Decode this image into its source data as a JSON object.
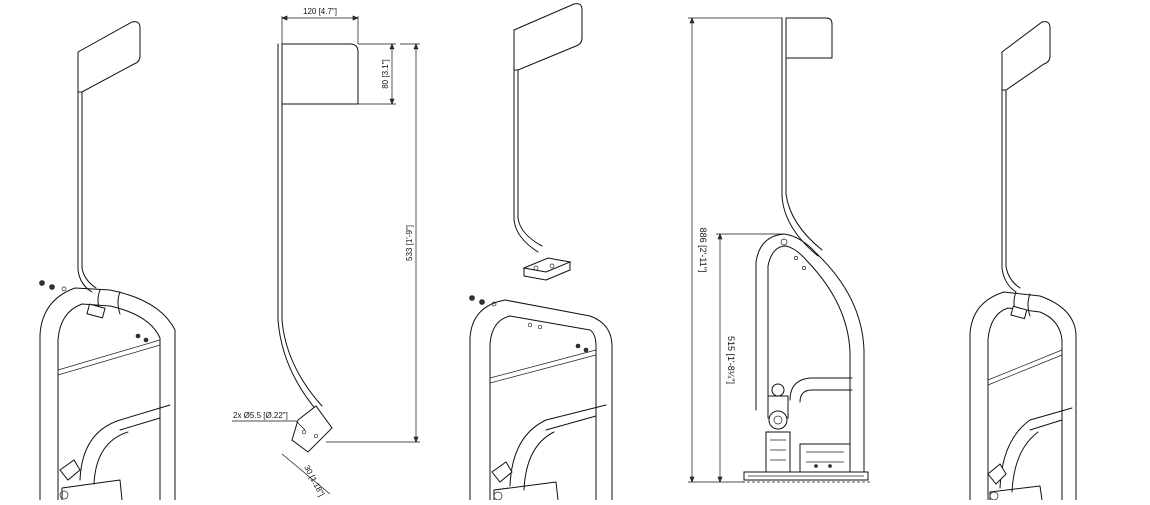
{
  "drawing": {
    "views": [
      {
        "id": "iso-mounted-left"
      },
      {
        "id": "front-dimensioned"
      },
      {
        "id": "iso-separated"
      },
      {
        "id": "side-dimensioned"
      },
      {
        "id": "iso-mounted-right"
      }
    ],
    "dimensions": {
      "width_top": "120 [4.7\"]",
      "height_top": "80 [3.1\"]",
      "height_arm": "533 [1'-9\"]",
      "holes": "2x Ø5.5 [Ø.22\"]",
      "bracket_len": "30 [1.18\"]",
      "overall_height": "886 [2'-11\"]",
      "lower_height": "515 [1'-8¼\"]"
    },
    "colors": {
      "line": "#111111",
      "background": "#ffffff"
    }
  }
}
